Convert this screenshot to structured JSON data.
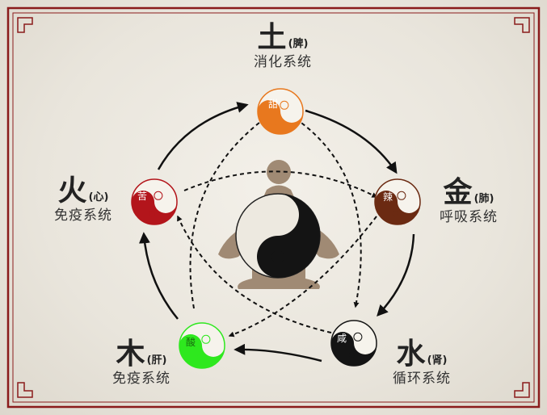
{
  "colors": {
    "earth": "#e8781e",
    "metal": "#6b2a12",
    "water": "#141414",
    "wood": "#2ee81e",
    "fire": "#b3151b",
    "border": "#8a1b1b"
  },
  "elements": {
    "earth": {
      "element": "土",
      "organ": "(脾)",
      "system": "消化系统",
      "taste": "甜"
    },
    "metal": {
      "element": "金",
      "organ": "(肺)",
      "system": "呼吸系统",
      "taste": "辣"
    },
    "water": {
      "element": "水",
      "organ": "(肾)",
      "system": "循环系统",
      "taste": "咸"
    },
    "wood": {
      "element": "木",
      "organ": "(肝)",
      "system": "免疫系统",
      "taste": "酸"
    },
    "fire": {
      "element": "火",
      "organ": "(心)",
      "system": "免疫系统",
      "taste": "苦"
    }
  },
  "icons": {
    "center": "meditating-figure-yinyang-icon",
    "node": "yinyang-icon"
  }
}
